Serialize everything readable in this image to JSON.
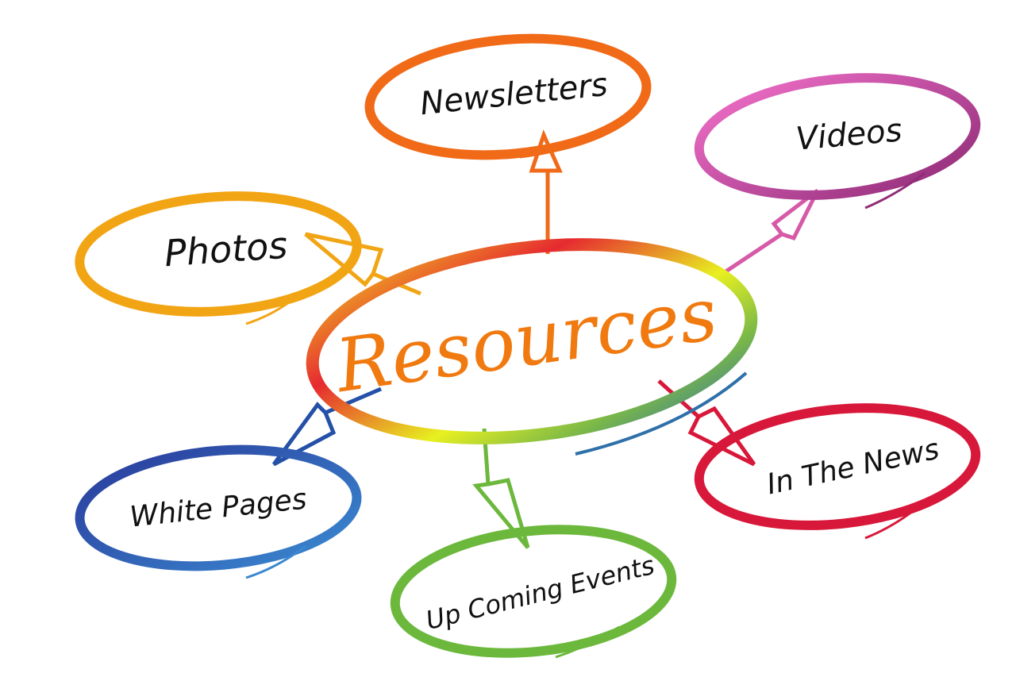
{
  "diagram": {
    "center": {
      "label": "Resources",
      "color": "#f07a10"
    },
    "nodes": [
      {
        "id": "newsletters",
        "label": "Newsletters",
        "color": "#f06a18"
      },
      {
        "id": "videos",
        "label": "Videos",
        "color": "#d65aa8"
      },
      {
        "id": "photos",
        "label": "Photos",
        "color": "#f2a514"
      },
      {
        "id": "white-pages",
        "label": "White Pages",
        "color": "#2450a8"
      },
      {
        "id": "up-coming-events",
        "label": "Up Coming Events",
        "color": "#6cb83c"
      },
      {
        "id": "in-the-news",
        "label": "In The News",
        "color": "#d8183a"
      }
    ]
  }
}
